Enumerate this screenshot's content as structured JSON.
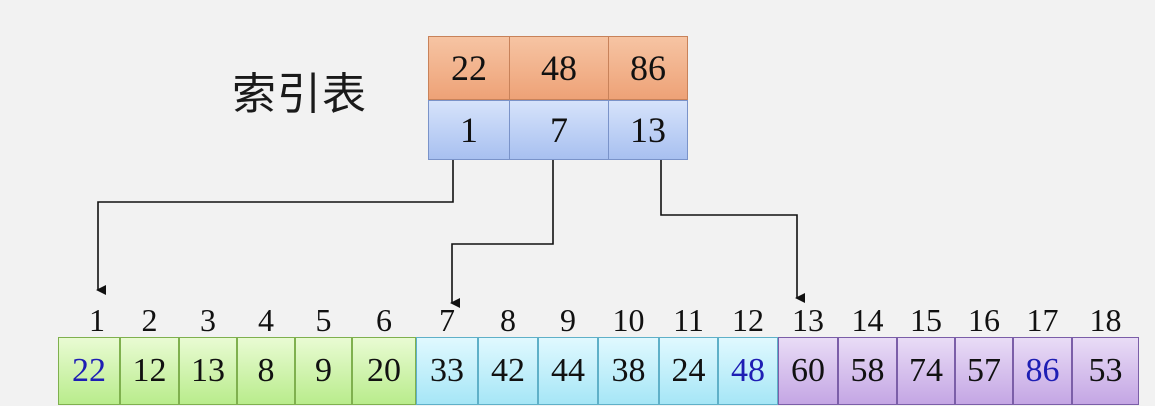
{
  "title": "索引表",
  "index_table": {
    "keys": [
      "22",
      "48",
      "86"
    ],
    "starts": [
      "1",
      "7",
      "13"
    ]
  },
  "array": {
    "indices": [
      "1",
      "2",
      "3",
      "4",
      "5",
      "6",
      "7",
      "8",
      "9",
      "10",
      "11",
      "12",
      "13",
      "14",
      "15",
      "16",
      "17",
      "18"
    ],
    "values": [
      "22",
      "12",
      "13",
      "8",
      "9",
      "20",
      "33",
      "42",
      "44",
      "38",
      "24",
      "48",
      "60",
      "58",
      "74",
      "57",
      "86",
      "53"
    ],
    "highlighted": [
      0,
      11,
      16
    ],
    "groups": [
      {
        "start": 0,
        "end": 5,
        "fill": "#b9ec8c"
      },
      {
        "start": 6,
        "end": 11,
        "fill": "#a6e6f6"
      },
      {
        "start": 12,
        "end": 17,
        "fill": "#c4a6e4"
      }
    ]
  },
  "colors": {
    "key_row": "#eea277",
    "start_row": "#a8c0f0",
    "highlight_text": "#1e1eb4"
  }
}
